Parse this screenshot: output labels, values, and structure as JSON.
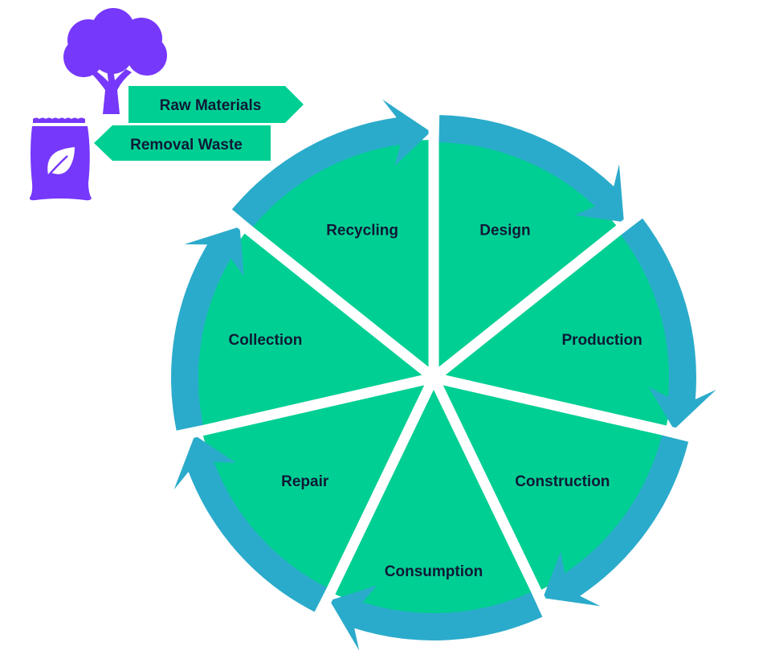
{
  "colors": {
    "segment_fill": "#00cf93",
    "ring_arrow": "#2babcb",
    "icon": "#7638fa",
    "text": "#0f1a36",
    "divider": "#ffffff"
  },
  "cycle": {
    "direction": "clockwise",
    "stages": [
      {
        "label": "Design"
      },
      {
        "label": "Production"
      },
      {
        "label": "Construction"
      },
      {
        "label": "Consumption"
      },
      {
        "label": "Repair"
      },
      {
        "label": "Collection"
      },
      {
        "label": "Recycling"
      }
    ]
  },
  "inputs": {
    "raw_materials": {
      "label": "Raw Materials",
      "icon": "tree-icon",
      "direction": "in"
    },
    "removal_waste": {
      "label": "Removal Waste",
      "icon": "waste-bag-icon",
      "direction": "out"
    }
  }
}
